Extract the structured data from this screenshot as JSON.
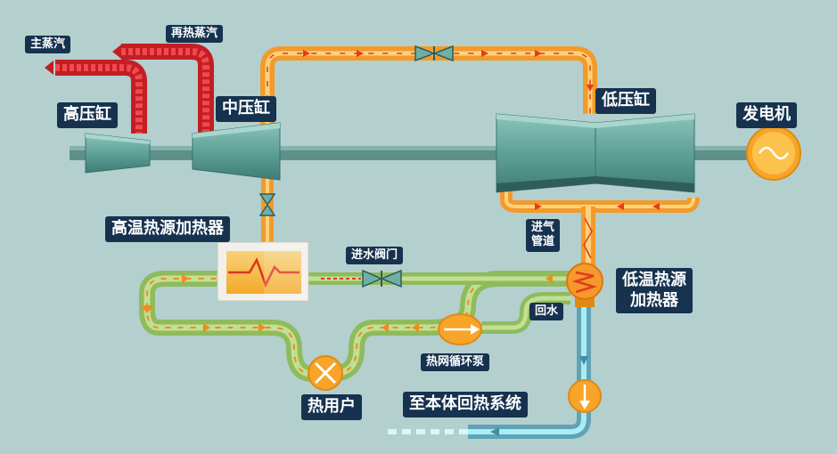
{
  "labels": {
    "main_steam": "主蒸汽",
    "reheat_steam": "再热蒸汽",
    "hp_cylinder": "高压缸",
    "ip_cylinder": "中压缸",
    "lp_cylinder": "低压缸",
    "generator": "发电机",
    "ht_heater": "高温热源加热器",
    "inlet_valve": "进水阀门",
    "steam_inlet_pipe": "进气\n管道",
    "lt_heater": "低温热源\n加热器",
    "return_water": "回水",
    "circ_pump": "热网循环泵",
    "heat_user": "热用户",
    "to_regen": "至本体回热系统"
  },
  "colors": {
    "background": "#b3d0cf",
    "label_bg": "#16324f",
    "turbine": "#5fa198",
    "steam_red": "#d8242a",
    "steam_orange": "#f7a429",
    "water_green": "#9fc46a",
    "water_blue": "#8fdbe8",
    "pump": "#f7a429"
  },
  "icons": {
    "valve": "gate-valve-icon",
    "pump": "pump-icon",
    "generator": "sine-wave-icon",
    "heater": "heat-exchanger-icon"
  }
}
